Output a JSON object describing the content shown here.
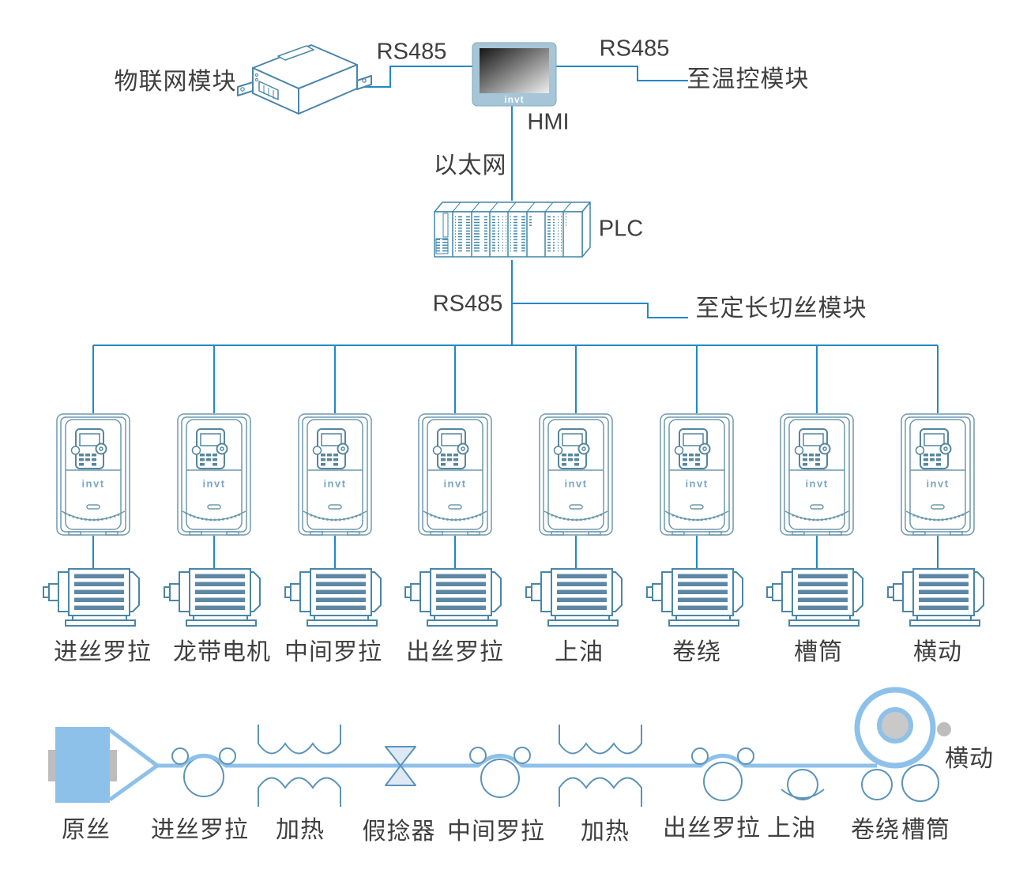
{
  "brand": "invt",
  "colors": {
    "connection_line": "#2089c7",
    "device_outline": "#4a86a8",
    "vfd_outline": "#6e99ad",
    "thread_blue": "#8dc1ea",
    "motor_fin": "#5d87a4",
    "gray_part": "#c2c2c2",
    "hmi_frame": "#a6c6d8",
    "text": "#3f3f3f"
  },
  "network": {
    "iot_module": "物联网模块",
    "rs485_left": "RS485",
    "rs485_right": "RS485",
    "to_temp_module": "至温控模块",
    "hmi": "HMI",
    "ethernet": "以太网",
    "plc": "PLC",
    "rs485_bus": "RS485",
    "to_cutting_module": "至定长切丝模块"
  },
  "drive_labels": [
    "进丝罗拉",
    "龙带电机",
    "中间罗拉",
    "出丝罗拉",
    "上油",
    "卷绕",
    "槽筒",
    "横动"
  ],
  "process_labels": {
    "raw_silk": "原丝",
    "feed_roller": "进丝罗拉",
    "heater1": "加热",
    "false_twister": "假捻器",
    "middle_roller": "中间罗拉",
    "heater2": "加热",
    "exit_roller": "出丝罗拉",
    "oiling": "上油",
    "winding": "卷绕",
    "grooved_drum": "槽筒",
    "traverse": "横动"
  }
}
